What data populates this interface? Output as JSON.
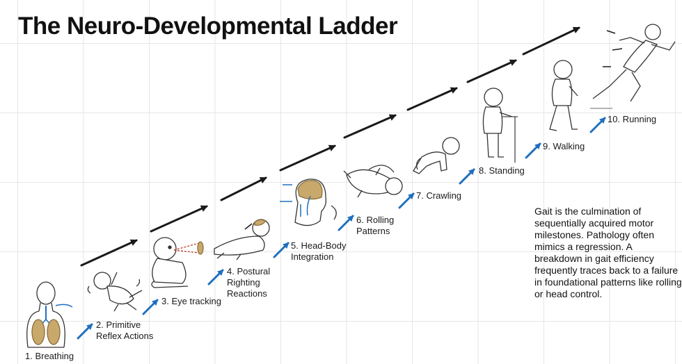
{
  "title": "The Neuro-Developmental Ladder",
  "steps": [
    {
      "label": "1. Breathing",
      "icon": "torso-lungs-icon"
    },
    {
      "label": "2. Primitive\nReflex Actions",
      "icon": "infant-reflex-icon"
    },
    {
      "label": "3. Eye tracking",
      "icon": "infant-eye-tracking-icon"
    },
    {
      "label": "4. Postural\nRighting\nReactions",
      "icon": "infant-prone-icon"
    },
    {
      "label": "5. Head-Body\nIntegration",
      "icon": "head-brain-icon"
    },
    {
      "label": "6. Rolling\nPatterns",
      "icon": "infant-rolling-icon"
    },
    {
      "label": "7. Crawling",
      "icon": "infant-crawling-icon"
    },
    {
      "label": "8. Standing",
      "icon": "toddler-standing-icon"
    },
    {
      "label": "9. Walking",
      "icon": "toddler-walking-icon"
    },
    {
      "label": "10. Running",
      "icon": "runner-icon"
    }
  ],
  "note": "Gait is the culmination of sequentially acquired motor milestones. Pathology often mimics a regression. A breakdown in gait efficiency frequently traces back to a failure in foundational patterns like rolling or head control.",
  "colors": {
    "accent_arrow": "#1f6fbf",
    "ladder_arrow": "#1a1a1a",
    "brain": "#c9a96b",
    "grid": "#e6e6e6"
  }
}
